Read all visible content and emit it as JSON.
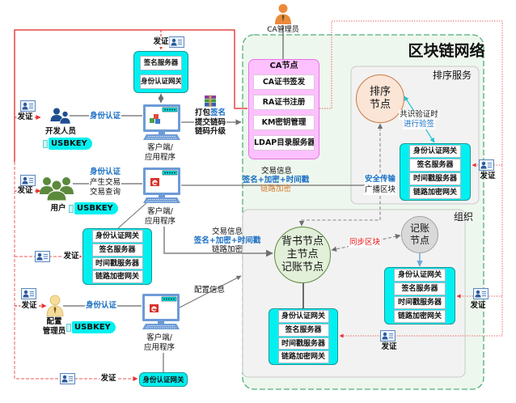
{
  "network": {
    "title": "区块链网络"
  },
  "labels": {
    "issue_cert": "发证",
    "usbkey": "USBKEY"
  },
  "ca_admin": {
    "label": "CA管理员"
  },
  "ca_node": {
    "title": "CA节点",
    "items": [
      "CA证书签发",
      "RA证书注册",
      "KM密钥管理",
      "LDAP目录服务器"
    ]
  },
  "orderer_service": {
    "title": "排序服务",
    "node_lines": [
      "排序",
      "节点"
    ],
    "consensus_lines": [
      "共识验证时",
      "进行验签"
    ],
    "broadcast_lines": [
      "安全传输",
      "广播区块"
    ],
    "gateway_items": [
      "身份认证网关",
      "签名服务器",
      "时间戳服务器",
      "链路加密网关"
    ]
  },
  "organization": {
    "title": "组织",
    "peer_lines": [
      "背书节点",
      "主节点",
      "记账节点"
    ],
    "committer_lines": [
      "记账",
      "节点"
    ],
    "sync_label": "同步区块",
    "peer_gateway_items": [
      "身份认证网关",
      "签名服务器",
      "时间戳服务器",
      "链路加密网关"
    ],
    "committer_gateway_items": [
      "身份认证网关",
      "签名服务器",
      "时间戳服务器",
      "链路加密网关"
    ]
  },
  "sign_server_box": {
    "items": [
      "签名服务器",
      "身份认证网关"
    ]
  },
  "developer": {
    "label": "开发人员",
    "auth_label": "身份认证",
    "client_lines": [
      "客户端/",
      "应用程序"
    ],
    "action_pack": "打包",
    "action_sign": "签名",
    "action_lines": [
      "提交链码",
      "链码升级"
    ]
  },
  "user": {
    "label": "用户",
    "action_lines": [
      "身份认证",
      "产生交易",
      "交易查询"
    ],
    "client_lines": [
      "客户端/",
      "应用程序"
    ]
  },
  "transaction_to_orderer": {
    "lines": [
      "交易信息",
      "签名+加密+时间戳",
      "链路加密"
    ]
  },
  "transaction_to_peer": {
    "lines": [
      "交易信息",
      "签名+加密+时间戳",
      "链路加密"
    ]
  },
  "client_gateway": {
    "items": [
      "身份认证网关",
      "签名服务器",
      "时间戳服务器",
      "链路加密网关"
    ]
  },
  "config_admin": {
    "label_lines": [
      "配置",
      "管理员"
    ],
    "auth_label": "身份认证",
    "config_label": "配置信息",
    "client_lines": [
      "客户端/",
      "应用程序"
    ]
  },
  "bottom_gateway": {
    "label": "身份认证网关"
  },
  "colors": {
    "gateway_fill": "#00f0f0",
    "ca_fill": "#ffc0ff",
    "accent_blue": "#1a6fc4",
    "accent_orange": "#d3782c",
    "accent_red": "#e81010",
    "network_border": "#4fb17a",
    "cert_line": "#e84040"
  }
}
